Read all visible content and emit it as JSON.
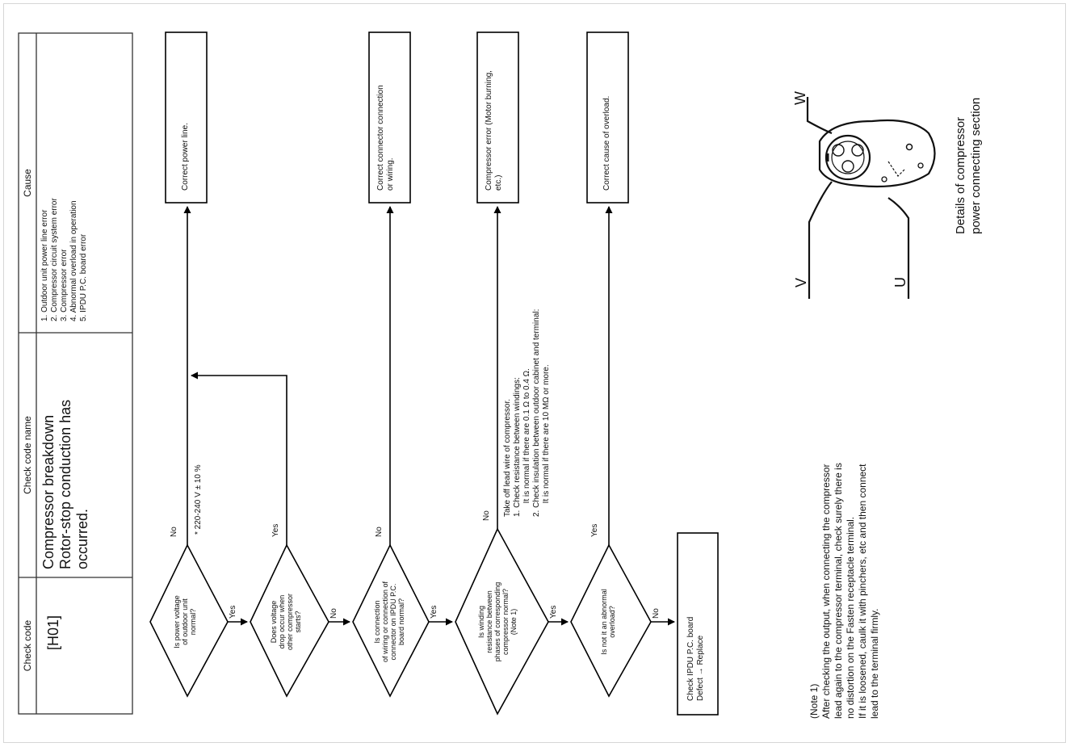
{
  "table": {
    "headers": {
      "check_code": "Check code",
      "check_code_name": "Check code name",
      "cause": "Cause"
    },
    "check_code": "[H01]",
    "name_lines": [
      "Compressor breakdown",
      "Rotor-stop conduction has",
      "occurred."
    ],
    "causes": [
      "1. Outdoor unit power line error",
      "2. Compressor circuit system error",
      "3. Compressor error",
      "4. Abnormal overload in operation",
      "5. IPDU P.C. board error"
    ]
  },
  "flowchart": {
    "q1": [
      "Is power voltage",
      "of outdoor unit",
      "normal?"
    ],
    "q2": [
      "Does voltage",
      "drop occur when",
      "other compressor",
      "starts?"
    ],
    "q3": [
      "Is connection",
      "of wiring or connection of",
      "connector on IPDU P.C.",
      "board normal?"
    ],
    "q4": [
      "Is winding",
      "resistance between",
      "phases of corresponding",
      "compressor normal?",
      "(Note 1)"
    ],
    "q5": [
      "Is not it an abnormal",
      "overload?"
    ],
    "labels": {
      "yes": "Yes",
      "no": "No"
    },
    "voltage_note": "* 220-240 V ± 10 %",
    "winding_check": [
      "Take off lead wire of compressor.",
      "1. Check resistance between windings:",
      "      It is normal if there are 0.1 Ω to 0.4 Ω.",
      "2. Check insulation between outdoor cabinet and terminal:",
      "      It is normal if there are 10 MΩ or more."
    ],
    "actions": {
      "power_line": [
        "Correct power line."
      ],
      "connector": [
        "Correct connector connection",
        "or wiring."
      ],
      "compressor_error": [
        "Compressor error (Motor burning,",
        "etc.)"
      ],
      "overload": [
        "Correct cause of overload."
      ],
      "ipdu": [
        "Check IPDU P.C. board",
        "Defect → Replace"
      ]
    }
  },
  "note": {
    "title": "(Note 1)",
    "lines": [
      "After checking the output, when connecting the compressor",
      "lead again to the compressor terminal, check surely there is",
      "no distortion on the Fasten receptacle terminal.",
      "If it is loosened,  caulk it with pinchers, etc and then connect",
      "lead to the terminal firmly."
    ]
  },
  "terminal": {
    "labels": {
      "w": "W",
      "v": "V",
      "u": "U"
    },
    "caption": [
      "Details of compressor",
      "power connecting section"
    ]
  }
}
